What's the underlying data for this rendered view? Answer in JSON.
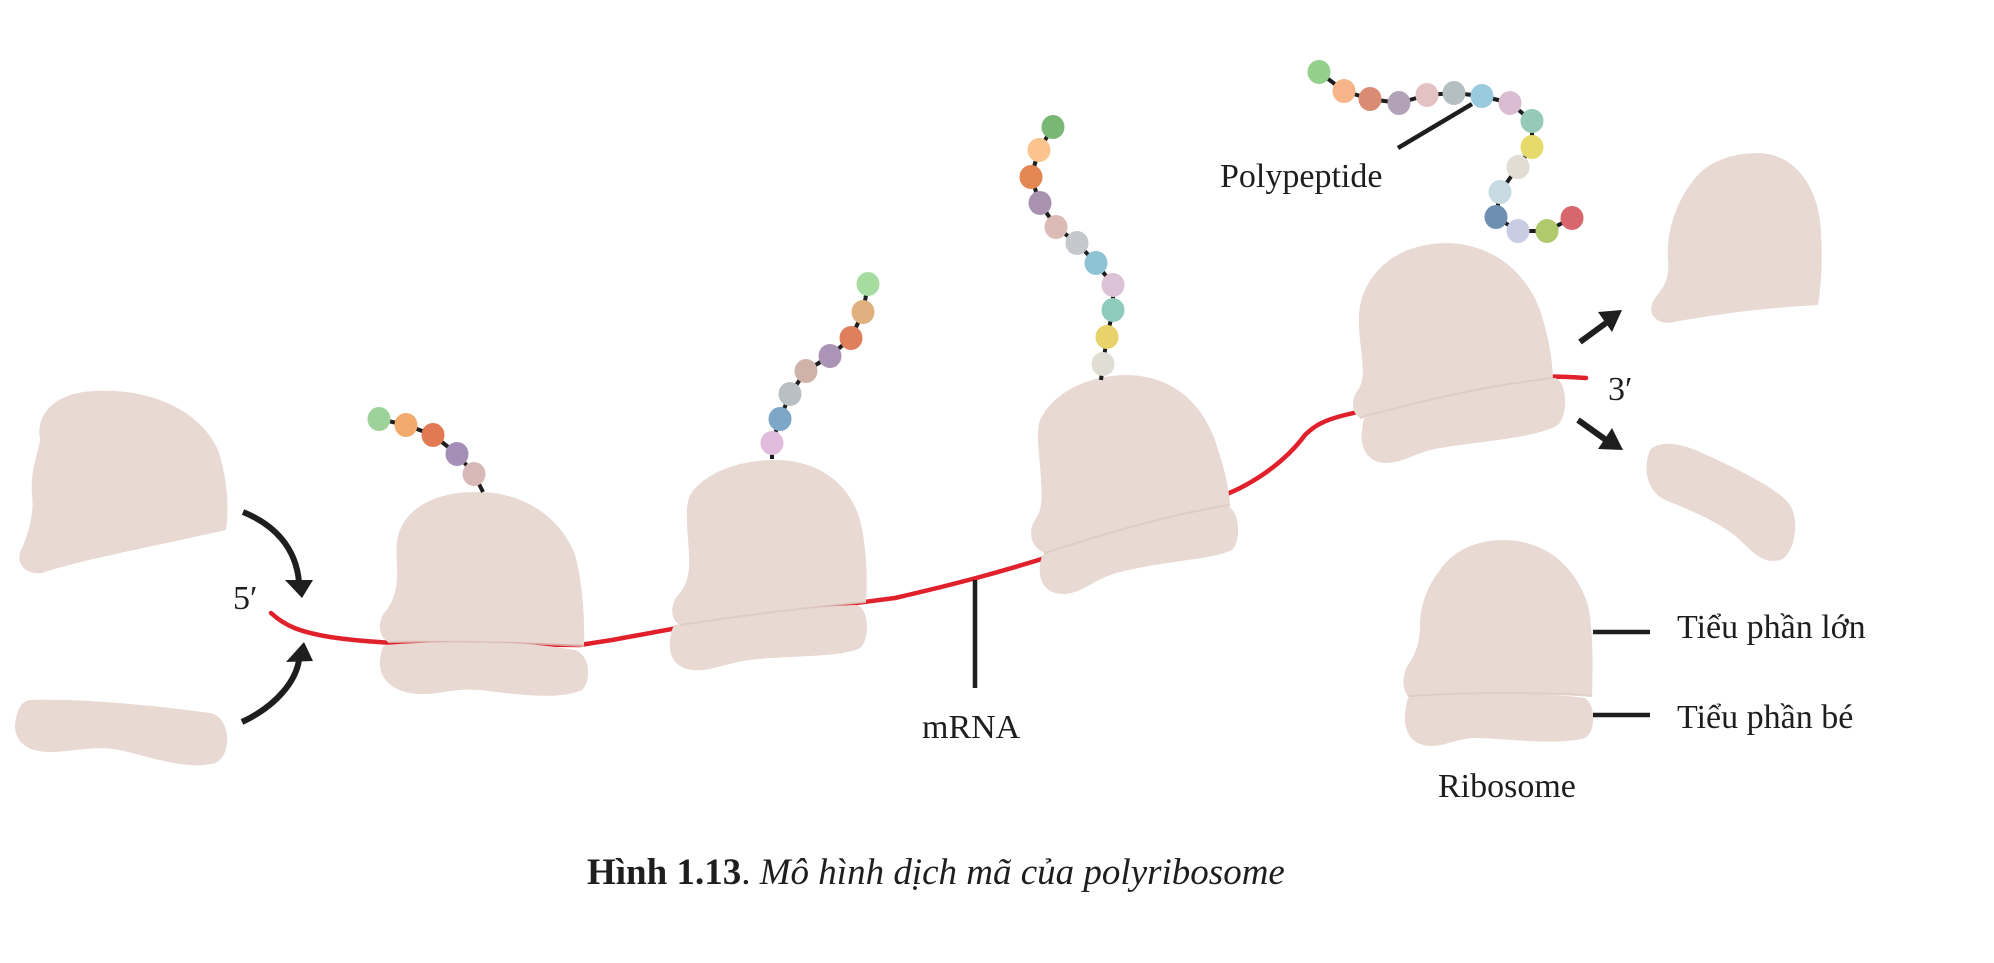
{
  "figure": {
    "caption_number": "Hình 1.13",
    "caption_sep": ". ",
    "caption_text": "Mô hình dịch mã của polyribosome"
  },
  "labels": {
    "five_prime": "5′",
    "three_prime": "3′",
    "mrna": "mRNA",
    "polypeptide": "Polypeptide",
    "large_subunit": "Tiểu phần lớn",
    "small_subunit": "Tiểu phần bé",
    "ribosome": "Ribosome"
  },
  "colors": {
    "subunit": "#e8d9d2",
    "mrna": "#e0202a",
    "ink": "#1e1e1e"
  },
  "ribosomes_on_mrna": 4,
  "polypeptide_chains": [
    {
      "ribosome": 1,
      "residue_colors": [
        "#9dd39a",
        "#f2ab6c",
        "#e17a52",
        "#a58fb8",
        "#d8b9b8"
      ]
    },
    {
      "ribosome": 2,
      "residue_colors": [
        "#a6dca0",
        "#e0b07e",
        "#df7f5c",
        "#ac94b6",
        "#cfb3a8",
        "#b9c0c3",
        "#7ea6c7",
        "#e2bcdc"
      ]
    },
    {
      "ribosome": 3,
      "residue_colors": [
        "#78b874",
        "#fbc38e",
        "#e38651",
        "#a992b0",
        "#dcbab5",
        "#c4c8cc",
        "#8ec3d6",
        "#dcc2d6",
        "#8fcbbd",
        "#e8d36a",
        "#e0ddd4"
      ]
    },
    {
      "ribosome": 4,
      "residue_colors": [
        "#93d08c",
        "#f6b488",
        "#d98b73",
        "#b1a2b8",
        "#e4c1c3",
        "#b5bfc2",
        "#98c9dd",
        "#dbbdd3",
        "#95c9b8",
        "#e6da6a",
        "#e2ddd3",
        "#c7d9e1",
        "#6f8fb0",
        "#c8cde3",
        "#b0c96c",
        "#d7676d"
      ]
    }
  ]
}
